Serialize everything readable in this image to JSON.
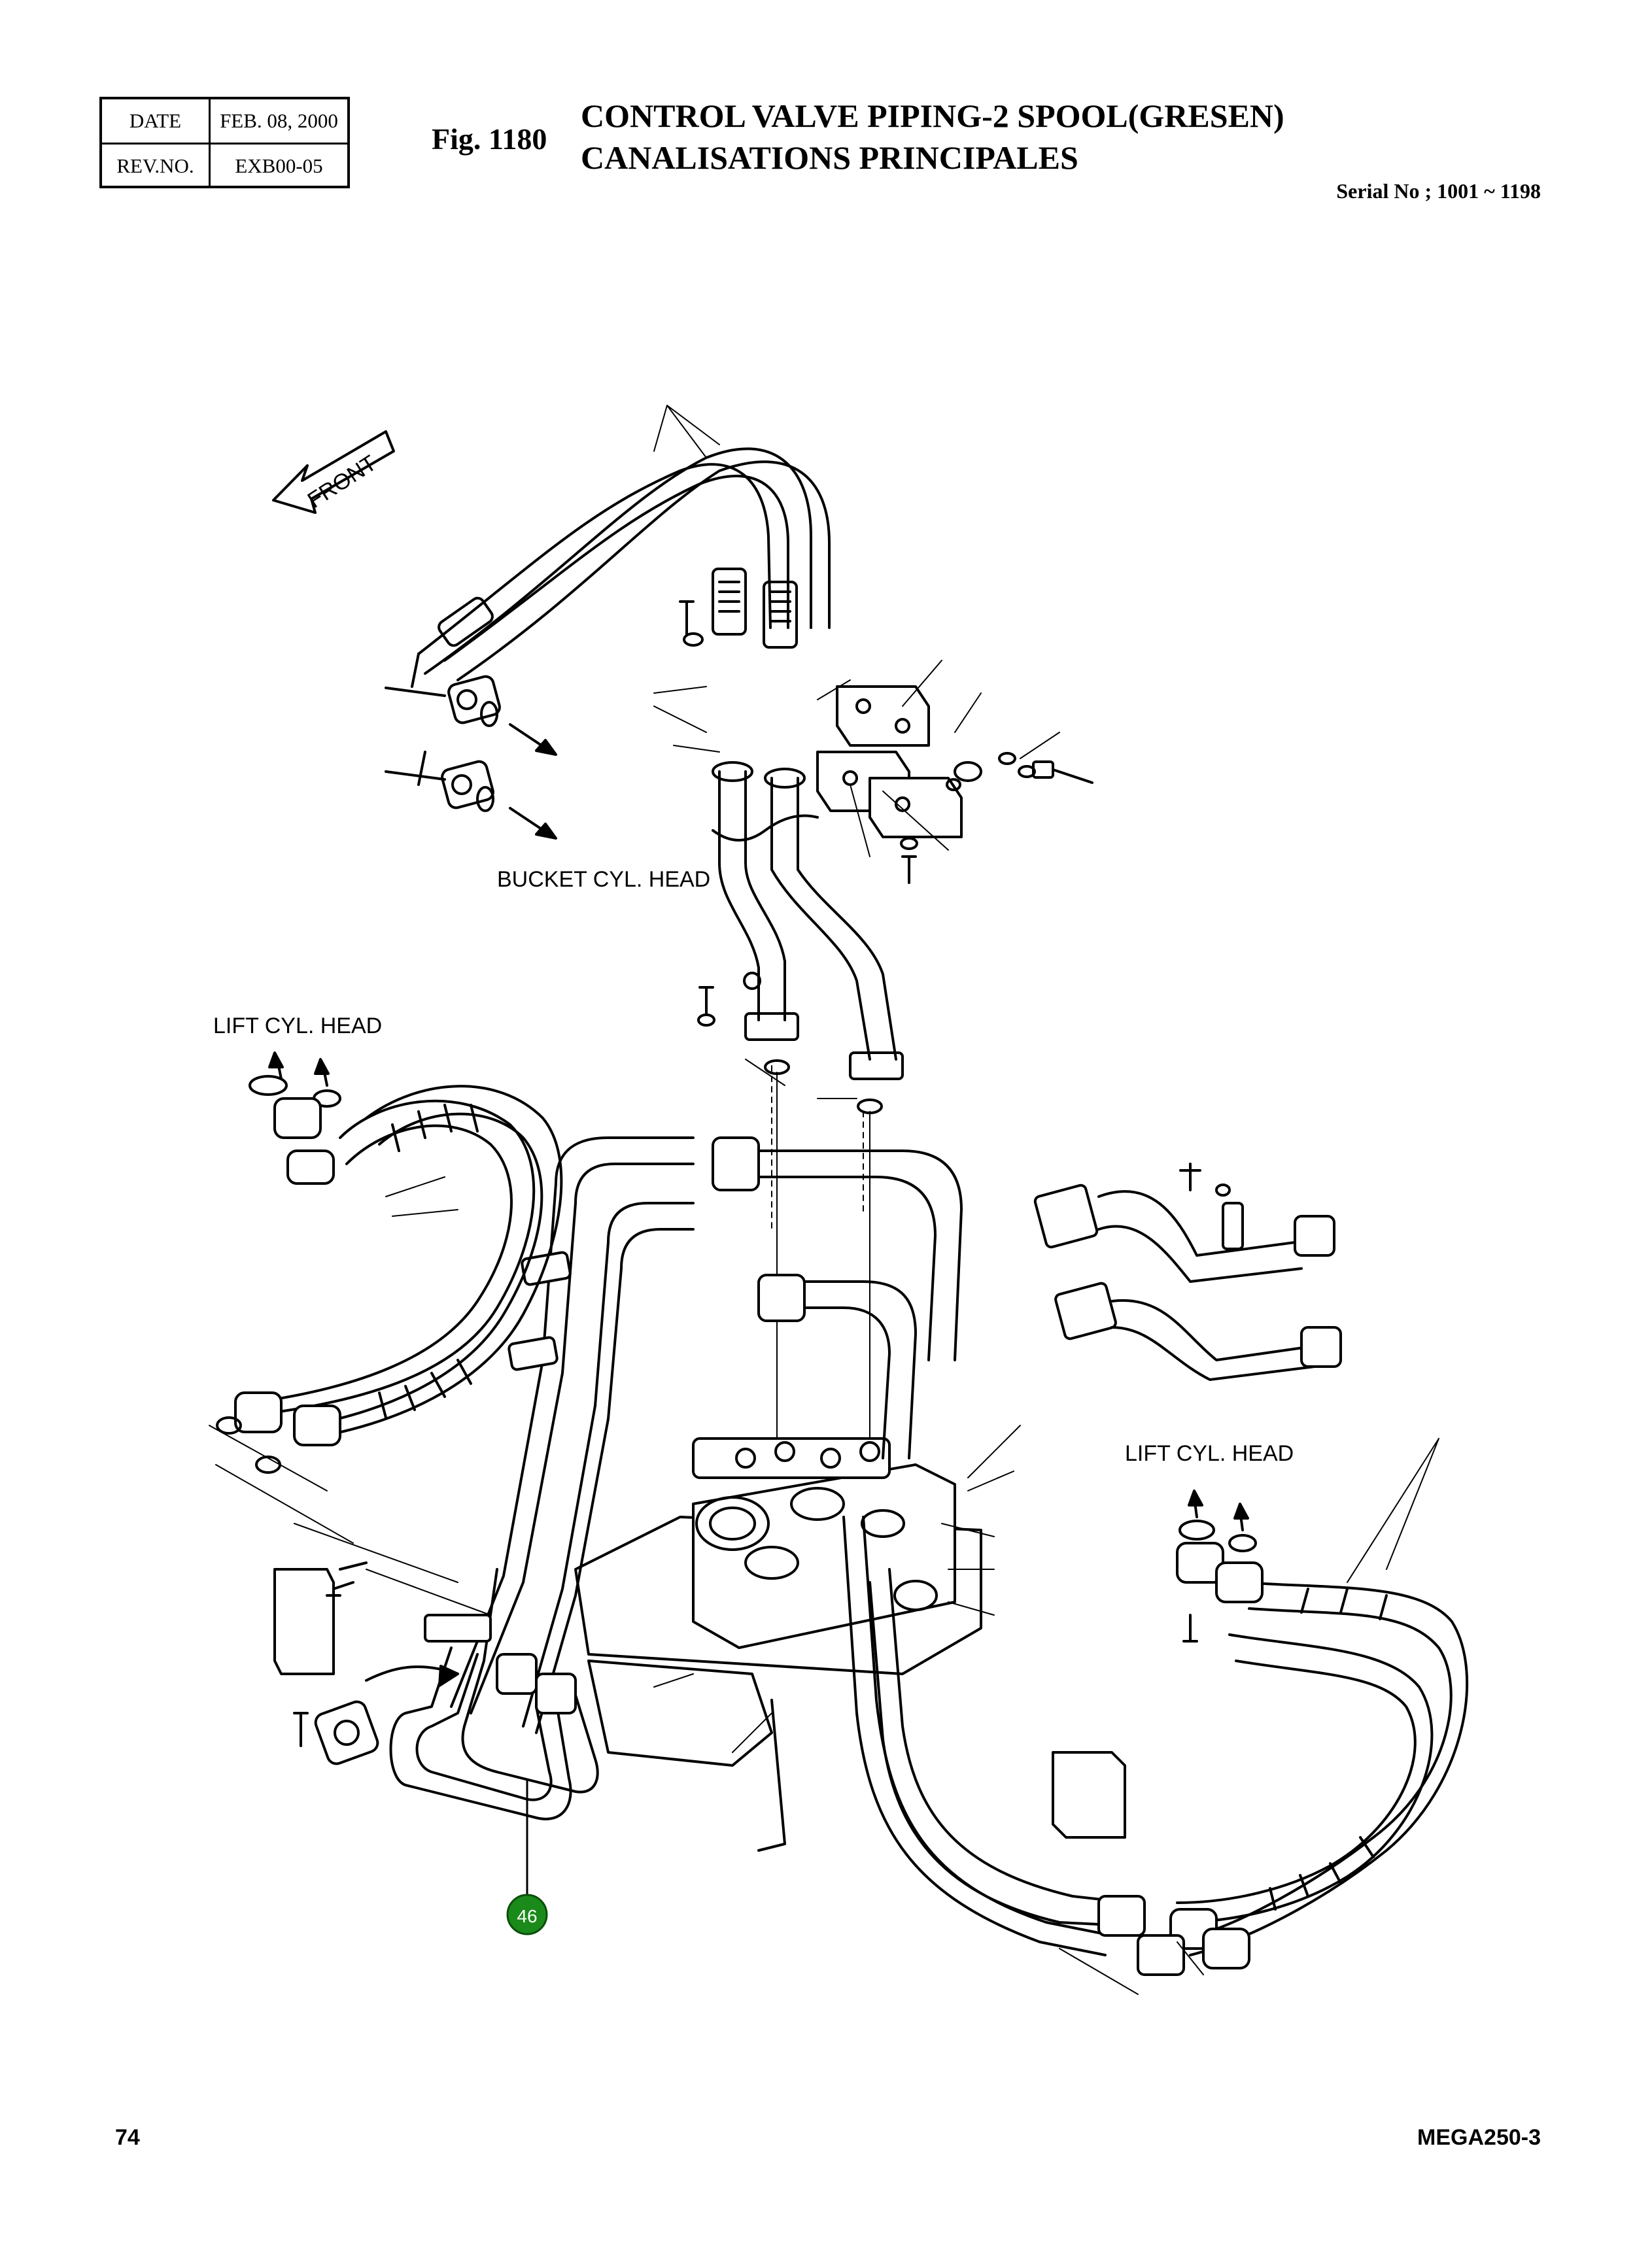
{
  "revision": {
    "date_label": "DATE",
    "date_value": "FEB. 08, 2000",
    "rev_label": "REV.NO.",
    "rev_value": "EXB00-05"
  },
  "figure": {
    "number": "Fig. 1180",
    "title_line1": "CONTROL VALVE PIPING-2 SPOOL(GRESEN)",
    "title_line2": "CANALISATIONS PRINCIPALES",
    "serial": "Serial No ; 1001 ~ 1198"
  },
  "diagram": {
    "front_label": "FRONT",
    "bucket_cyl_label": "BUCKET CYL. HEAD",
    "lift_cyl_label_left": "LIFT CYL. HEAD",
    "lift_cyl_label_right": "LIFT CYL. HEAD",
    "callout_number": "46",
    "callout_color": "#1a8a1a"
  },
  "footer": {
    "page": "74",
    "model": "MEGA250-3"
  }
}
